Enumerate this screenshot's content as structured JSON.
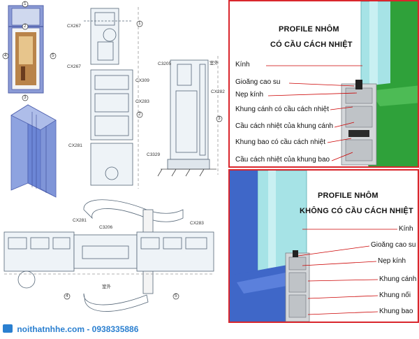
{
  "left_drawing": {
    "circled_numbers": [
      "1",
      "2",
      "3",
      "4",
      "5"
    ],
    "part_codes": [
      "CX267",
      "CX267",
      "CX309",
      "CX283",
      "CX281",
      "C3205",
      "CX282",
      "C3329",
      "CX281",
      "C3206",
      "CX283"
    ],
    "room_labels": [
      "室外",
      "室外"
    ]
  },
  "panel_top": {
    "title_line1": "PROFILE NHÔM",
    "title_line2": "CÓ CẦU CÁCH NHIỆT",
    "callouts": [
      "Kính",
      "Gioăng cao su",
      "Nẹp kính",
      "Khung cánh có cầu cách nhiệt",
      "Cầu cách nhiệt của khung cánh",
      "Khung bao có cầu cách nhiệt",
      "Cầu cách nhiệt của khung bao"
    ],
    "colors": {
      "frame": "#2fa13a",
      "glass": "#a6e3e6",
      "border": "#d9262c"
    }
  },
  "panel_bottom": {
    "title_line1": "PROFILE NHÔM",
    "title_line2": "KHÔNG CÓ CẦU CÁCH NHIỆT",
    "callouts": [
      "Kính",
      "Gioăng cao su",
      "Nẹp kính",
      "Khung cánh",
      "Khung nối",
      "Khung bao"
    ],
    "colors": {
      "frame": "#3f67c8",
      "glass": "#a6e3e6",
      "border": "#d9262c"
    }
  },
  "footer": {
    "brand": "noithatnhhe.com - 0938335886"
  }
}
